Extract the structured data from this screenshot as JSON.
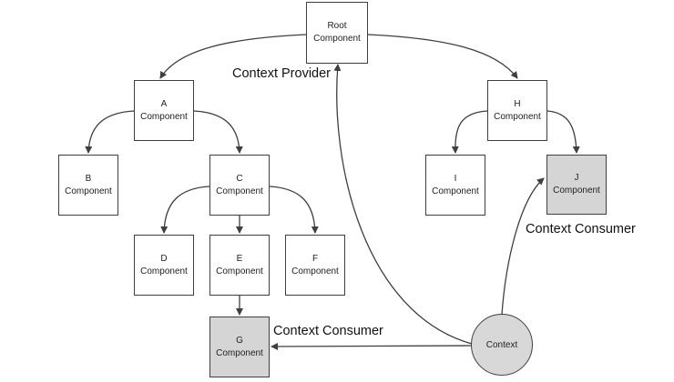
{
  "colors": {
    "line": "#3f3f3f",
    "box_fill": "#ffffff",
    "consumer_fill": "#d6d5d6",
    "context_fill": "#d9d8d9"
  },
  "nodes": {
    "root": {
      "l1": "Root",
      "l2": "Component"
    },
    "a": {
      "l1": "A",
      "l2": "Component"
    },
    "b": {
      "l1": "B",
      "l2": "Component"
    },
    "c": {
      "l1": "C",
      "l2": "Component"
    },
    "d": {
      "l1": "D",
      "l2": "Component"
    },
    "e": {
      "l1": "E",
      "l2": "Component"
    },
    "f": {
      "l1": "F",
      "l2": "Component"
    },
    "g": {
      "l1": "G",
      "l2": "Component"
    },
    "h": {
      "l1": "H",
      "l2": "Component"
    },
    "i": {
      "l1": "I",
      "l2": "Component"
    },
    "j": {
      "l1": "J",
      "l2": "Component"
    }
  },
  "context": {
    "label": "Context"
  },
  "callouts": {
    "provider": "Context Provider",
    "consumer_j": "Context Consumer",
    "consumer_g": "Context Consumer"
  }
}
